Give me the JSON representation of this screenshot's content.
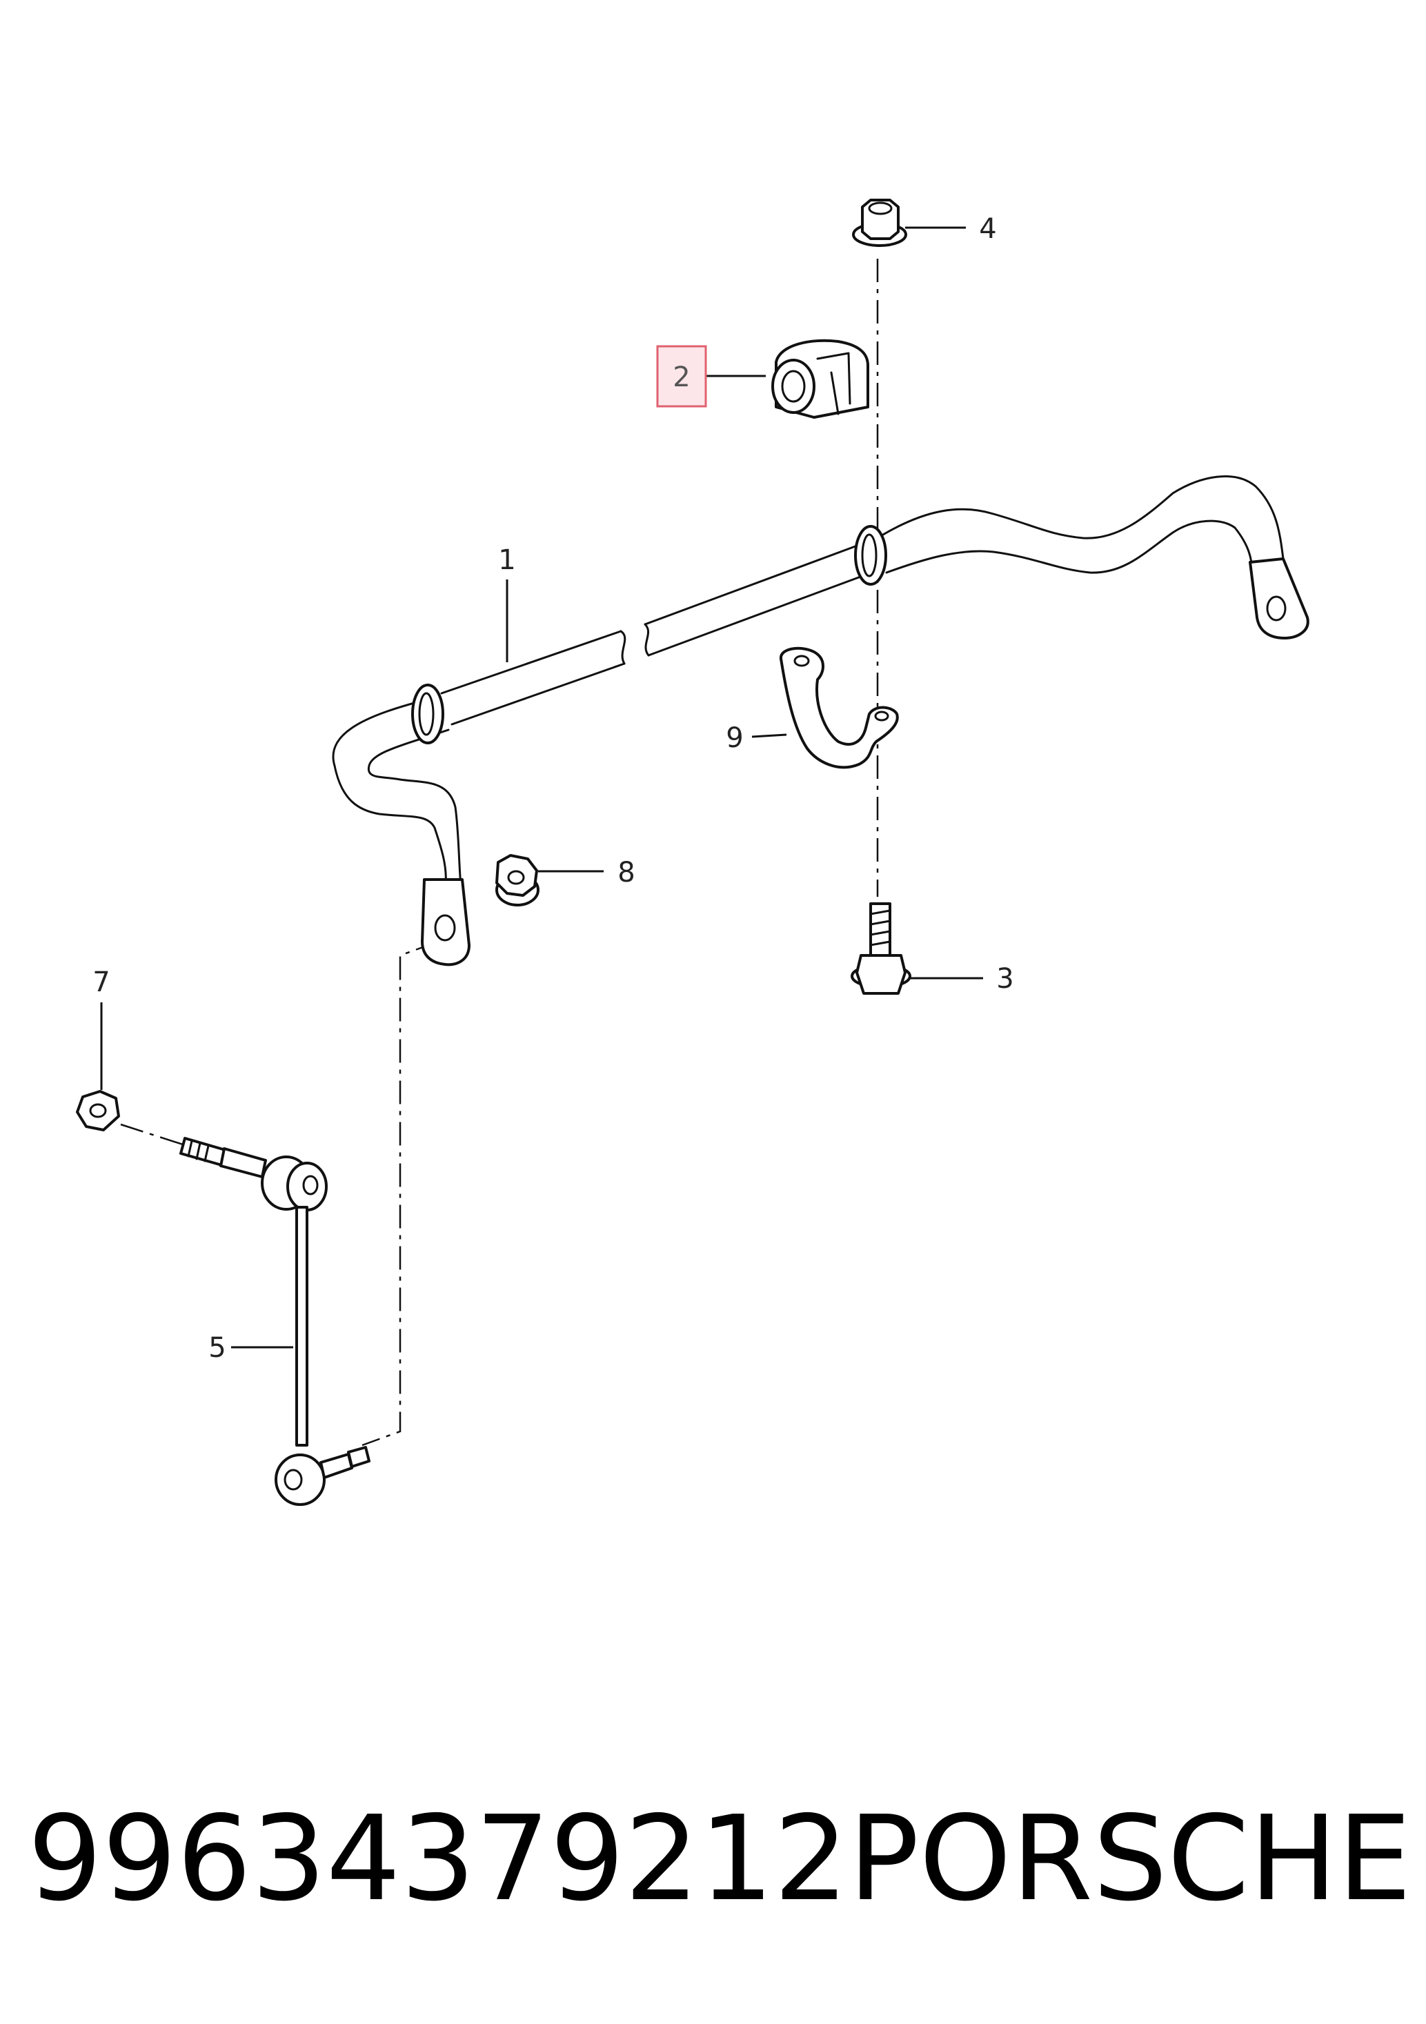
{
  "callouts": {
    "c1": "1",
    "c2": "2",
    "c3": "3",
    "c4": "4",
    "c5": "5",
    "c7": "7",
    "c8": "8",
    "c9": "9"
  },
  "highlighted_callout": "2",
  "footer": {
    "part_number": "99634379212",
    "brand": "PORSCHE"
  },
  "colors": {
    "highlight_fill": "#fde6ea",
    "highlight_stroke": "#e0616f"
  }
}
